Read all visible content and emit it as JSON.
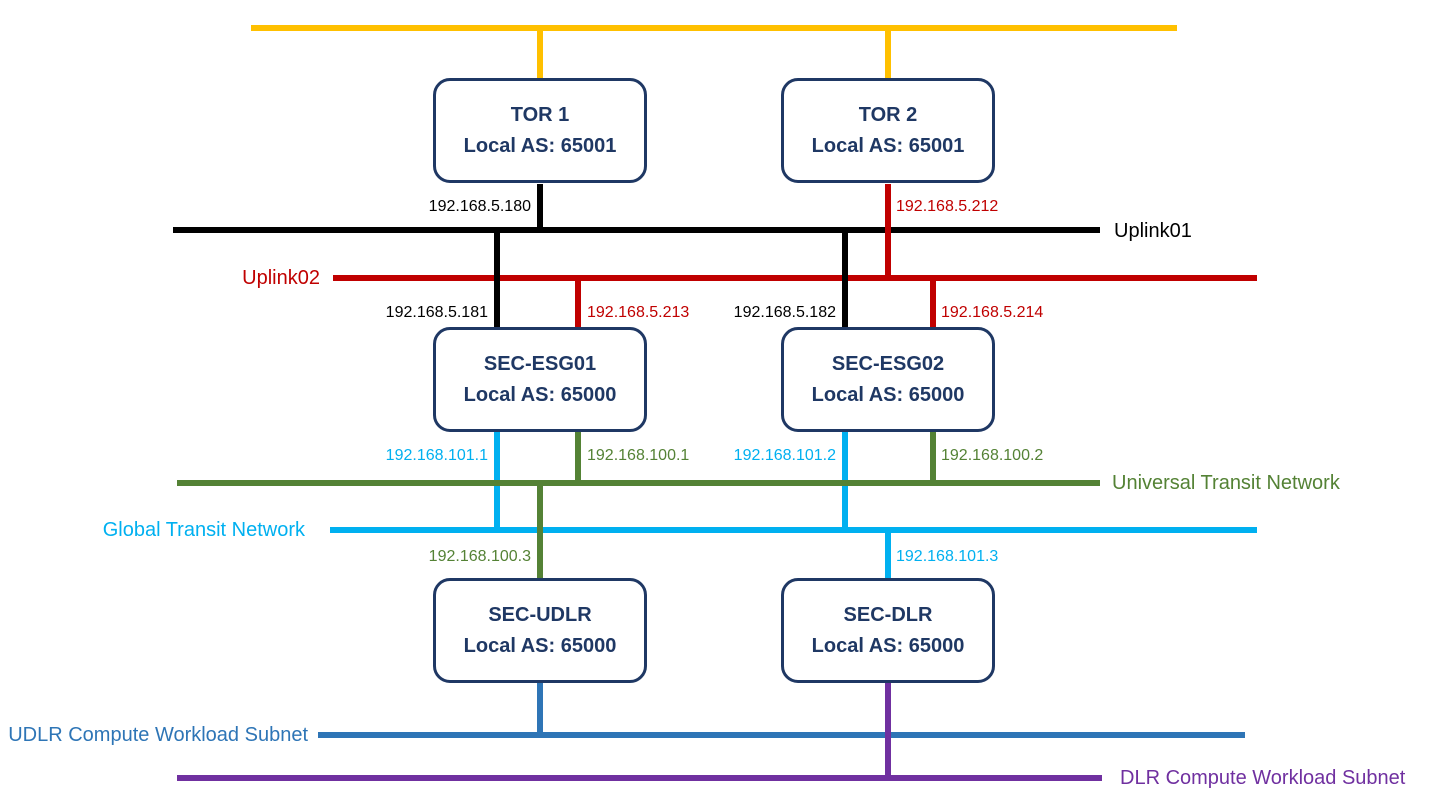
{
  "colors": {
    "yellow": "#FFC000",
    "black": "#000000",
    "red": "#C00000",
    "green": "#548235",
    "cyan": "#00B0F0",
    "blue": "#2E75B6",
    "purple": "#7030A0",
    "navy": "#1F3864"
  },
  "nodes": {
    "tor1": {
      "title": "TOR 1",
      "subtitle": "Local AS: 65001"
    },
    "tor2": {
      "title": "TOR 2",
      "subtitle": "Local AS: 65001"
    },
    "esg01": {
      "title": "SEC-ESG01",
      "subtitle": "Local AS: 65000"
    },
    "esg02": {
      "title": "SEC-ESG02",
      "subtitle": "Local AS: 65000"
    },
    "udlr": {
      "title": "SEC-UDLR",
      "subtitle": "Local AS: 65000"
    },
    "dlr": {
      "title": "SEC-DLR",
      "subtitle": "Local AS: 65000"
    }
  },
  "buses": {
    "top": {
      "label": "",
      "color": "#FFC000"
    },
    "uplink01": {
      "label": "Uplink01",
      "color": "#000000"
    },
    "uplink02": {
      "label": "Uplink02",
      "color": "#C00000"
    },
    "universal_transit": {
      "label": "Universal Transit Network",
      "color": "#548235"
    },
    "global_transit": {
      "label": "Global Transit Network",
      "color": "#00B0F0"
    },
    "udlr_subnet": {
      "label": "UDLR Compute Workload Subnet",
      "color": "#2E75B6"
    },
    "dlr_subnet": {
      "label": "DLR Compute Workload Subnet",
      "color": "#7030A0"
    }
  },
  "ips": {
    "tor1_uplink01": "192.168.5.180",
    "tor2_uplink02": "192.168.5.212",
    "esg01_uplink01": "192.168.5.181",
    "esg01_uplink02": "192.168.5.213",
    "esg02_uplink01": "192.168.5.182",
    "esg02_uplink02": "192.168.5.214",
    "esg01_global": "192.168.101.1",
    "esg01_universal": "192.168.100.1",
    "esg02_global": "192.168.101.2",
    "esg02_universal": "192.168.100.2",
    "udlr_universal": "192.168.100.3",
    "dlr_global": "192.168.101.3"
  }
}
